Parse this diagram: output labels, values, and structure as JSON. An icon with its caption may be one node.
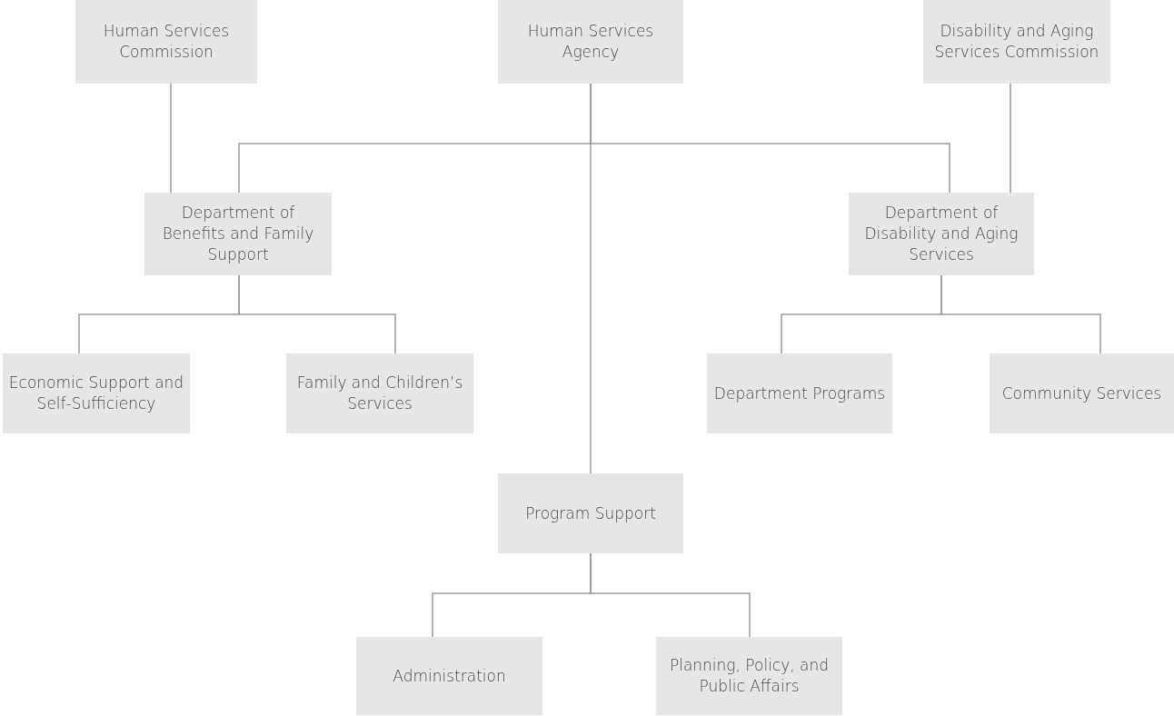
{
  "diagram": {
    "nodes": [
      {
        "text": [
          "Human Services Commission"
        ]
      },
      {
        "text": [
          "Human Services Agency"
        ]
      },
      {
        "text": [
          "Disability and Aging Services Commission"
        ]
      },
      {
        "text": [
          "Department of Benefits and Family Support"
        ]
      },
      {
        "text": [
          "Department of Disability and Aging Services"
        ]
      },
      {
        "text": [
          "Economic Support and Self-Sufficiency"
        ]
      },
      {
        "text": [
          "Family and Children’s Services"
        ]
      },
      {
        "text": [
          "Department Programs"
        ]
      },
      {
        "text": [
          "Community Services"
        ]
      },
      {
        "text": [
          "Program Support"
        ]
      },
      {
        "text": [
          "Administration"
        ]
      },
      {
        "text": [
          "Planning, Policy, and Public Affairs"
        ]
      }
    ],
    "edges": [
      {
        "from": 0,
        "to": 3,
        "arrow": "none"
      },
      {
        "from": 1,
        "to": 3,
        "arrow": "none"
      },
      {
        "from": 1,
        "to": 4,
        "arrow": "none"
      },
      {
        "from": 1,
        "to": 9,
        "arrow": "none"
      },
      {
        "from": 2,
        "to": 4,
        "arrow": "none"
      },
      {
        "from": 3,
        "to": 5,
        "arrow": "none"
      },
      {
        "from": 3,
        "to": 6,
        "arrow": "none"
      },
      {
        "from": 4,
        "to": 7,
        "arrow": "none"
      },
      {
        "from": 4,
        "to": 8,
        "arrow": "none"
      },
      {
        "from": 9,
        "to": 10,
        "arrow": "none"
      },
      {
        "from": 9,
        "to": 11,
        "arrow": "none"
      }
    ]
  }
}
